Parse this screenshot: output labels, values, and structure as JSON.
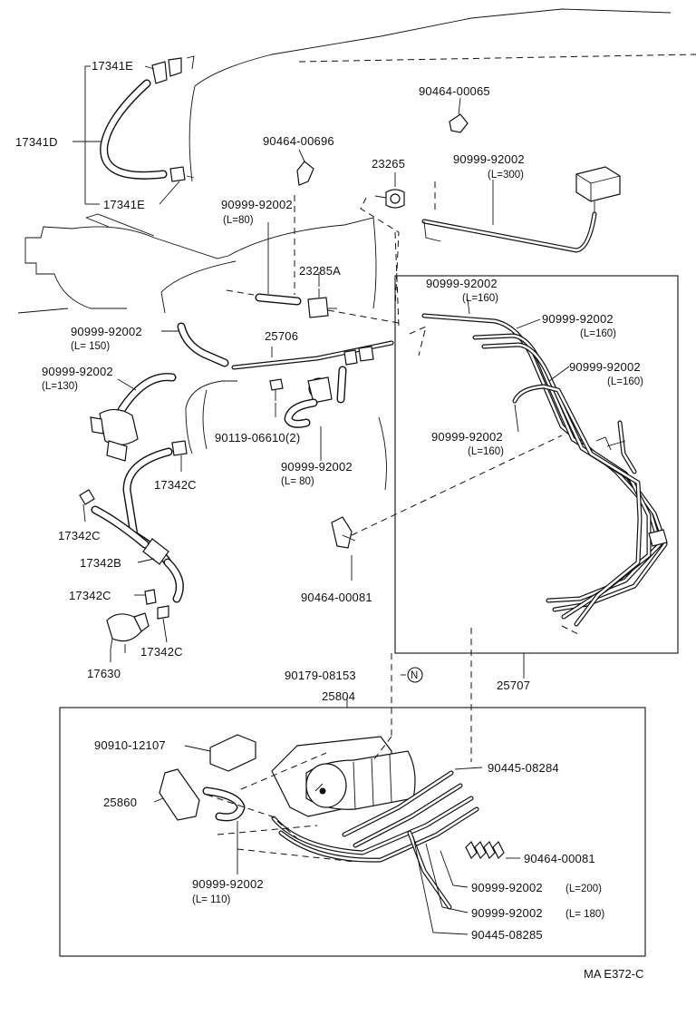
{
  "labels": {
    "p17341E_top": "17341E",
    "p17341D": "17341D",
    "p17341E_bot": "17341E",
    "p90464_00065": "90464-00065",
    "p90464_00696": "90464-00696",
    "p23265": "23265",
    "p90999_300": "90999-92002",
    "p90999_300_len": "(L=300)",
    "p90999_80a": "90999-92002",
    "p90999_80a_len": "(L=80)",
    "p23285A": "23285A",
    "p90999_150": "90999-92002",
    "p90999_150_len": "(L= 150)",
    "p25706": "25706",
    "p90999_130": "90999-92002",
    "p90999_130_len": "(L=130)",
    "p90119": "90119-06610(2)",
    "p17342C_a": "17342C",
    "p90999_80b": "90999-92002",
    "p90999_80b_len": "(L= 80)",
    "p17342C_b": "17342C",
    "p17342B": "17342B",
    "p17342C_c": "17342C",
    "p17342C_d": "17342C",
    "p17630": "17630",
    "p90464_00081a": "90464-00081",
    "p90999_160a": "90999-92002",
    "p90999_160a_len": "(L=160)",
    "p90999_160b": "90999-92002",
    "p90999_160b_len": "(L=160)",
    "p90999_160c": "90999-92002",
    "p90999_160c_len": "(L=160)",
    "p90999_160d": "90999-92002",
    "p90999_160d_len": "(L=160)",
    "p25707": "25707",
    "p90179": "90179-08153",
    "p90179_mark": "N",
    "p25804": "25804",
    "p90910": "90910-12107",
    "p25860": "25860",
    "p90445_08284": "90445-08284",
    "p90464_00081b": "90464-00081",
    "p90999_200": "90999-92002",
    "p90999_200_len": "(L=200)",
    "p90999_180": "90999-92002",
    "p90999_180_len": "(L= 180)",
    "p90999_110": "90999-92002",
    "p90999_110_len": "(L= 110)",
    "p90445_08285": "90445-08285",
    "figure_code": "MA E372-C"
  }
}
